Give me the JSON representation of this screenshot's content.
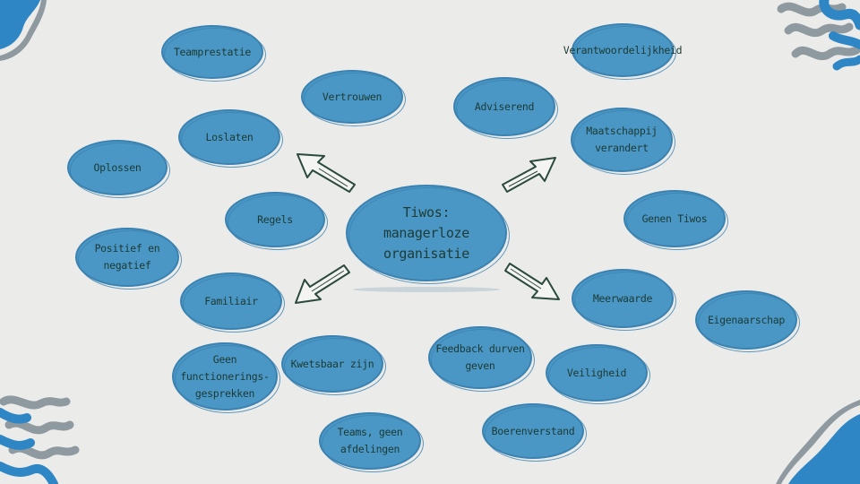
{
  "center_topic": "Tiwos:\nmanagerloze\norganisatie",
  "bubbles": [
    {
      "id": "teamprestatie",
      "text": "Teamprestatie"
    },
    {
      "id": "vertrouwen",
      "text": "Vertrouwen"
    },
    {
      "id": "loslaten",
      "text": "Loslaten"
    },
    {
      "id": "oplossen",
      "text": "Oplossen"
    },
    {
      "id": "regels",
      "text": "Regels"
    },
    {
      "id": "positief-en-negatief",
      "text": "Positief en negatief"
    },
    {
      "id": "familiair",
      "text": "Familiair"
    },
    {
      "id": "geen-functioneringsgesprekken",
      "text": "Geen\nfunctionerings-\ngesprekken"
    },
    {
      "id": "kwetsbaar-zijn",
      "text": "Kwetsbaar zijn"
    },
    {
      "id": "teams-geen-afdelingen",
      "text": "Teams, geen\nafdelingen"
    },
    {
      "id": "feedback-durven-geven",
      "text": "Feedback durven\ngeven"
    },
    {
      "id": "boerenverstand",
      "text": "Boerenverstand"
    },
    {
      "id": "veiligheid",
      "text": "Veiligheid"
    },
    {
      "id": "adviserend",
      "text": "Adviserend"
    },
    {
      "id": "verantwoordelijkheid",
      "text": "Verantwoordelijkheid"
    },
    {
      "id": "maatschappij-verandert",
      "text": "Maatschappij\nverandert"
    },
    {
      "id": "genen-tiwos",
      "text": "Genen Tiwos"
    },
    {
      "id": "meerwaarde",
      "text": "Meerwaarde"
    },
    {
      "id": "eigenaarschap",
      "text": "Eigenaarschap"
    }
  ],
  "colors": {
    "background": "#ebebea",
    "bubble_fill": "#4a97c6",
    "bubble_stroke": "#3b82b0",
    "text": "#1c3a33",
    "wave_blue": "#2f86c4",
    "wave_gray": "#8e9a9f"
  },
  "icons": [
    "arrow-up-left-icon",
    "arrow-up-right-icon",
    "arrow-down-left-icon",
    "arrow-down-right-icon",
    "wave-decoration"
  ]
}
